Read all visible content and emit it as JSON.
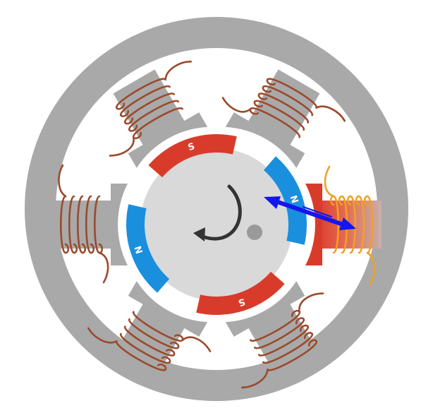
{
  "diagram": {
    "type": "brushless-dc-motor-cross-section",
    "colors": {
      "background": "#ffffff",
      "stator": "#a9a9a9",
      "rotor_core": "#d9d9d9",
      "south_pole": "#d93b2b",
      "north_pole": "#1a8fde",
      "coil_idle": "#9b4a2c",
      "coil_active": "#f2a022",
      "force_arrow": "#1515ee",
      "rotation_arrow": "#333333",
      "position_marker": "#9a9a9a"
    },
    "rotor": {
      "magnets": [
        {
          "pole": "south",
          "label": "S"
        },
        {
          "pole": "north",
          "label": "N"
        },
        {
          "pole": "south",
          "label": "S"
        },
        {
          "pole": "north",
          "label": "N"
        }
      ],
      "rotation": "clockwise"
    },
    "stator": {
      "teeth": [
        {
          "name": "right",
          "energized": true,
          "tooth_polarity": "south"
        },
        {
          "name": "lower-right",
          "energized": false
        },
        {
          "name": "lower-left",
          "energized": false
        },
        {
          "name": "left",
          "energized": false
        },
        {
          "name": "upper-left",
          "energized": false
        },
        {
          "name": "upper-right",
          "energized": false
        }
      ]
    },
    "icons": {
      "rotation": "clockwise-arrow-icon",
      "force": "double-headed-arrow-icon"
    }
  }
}
